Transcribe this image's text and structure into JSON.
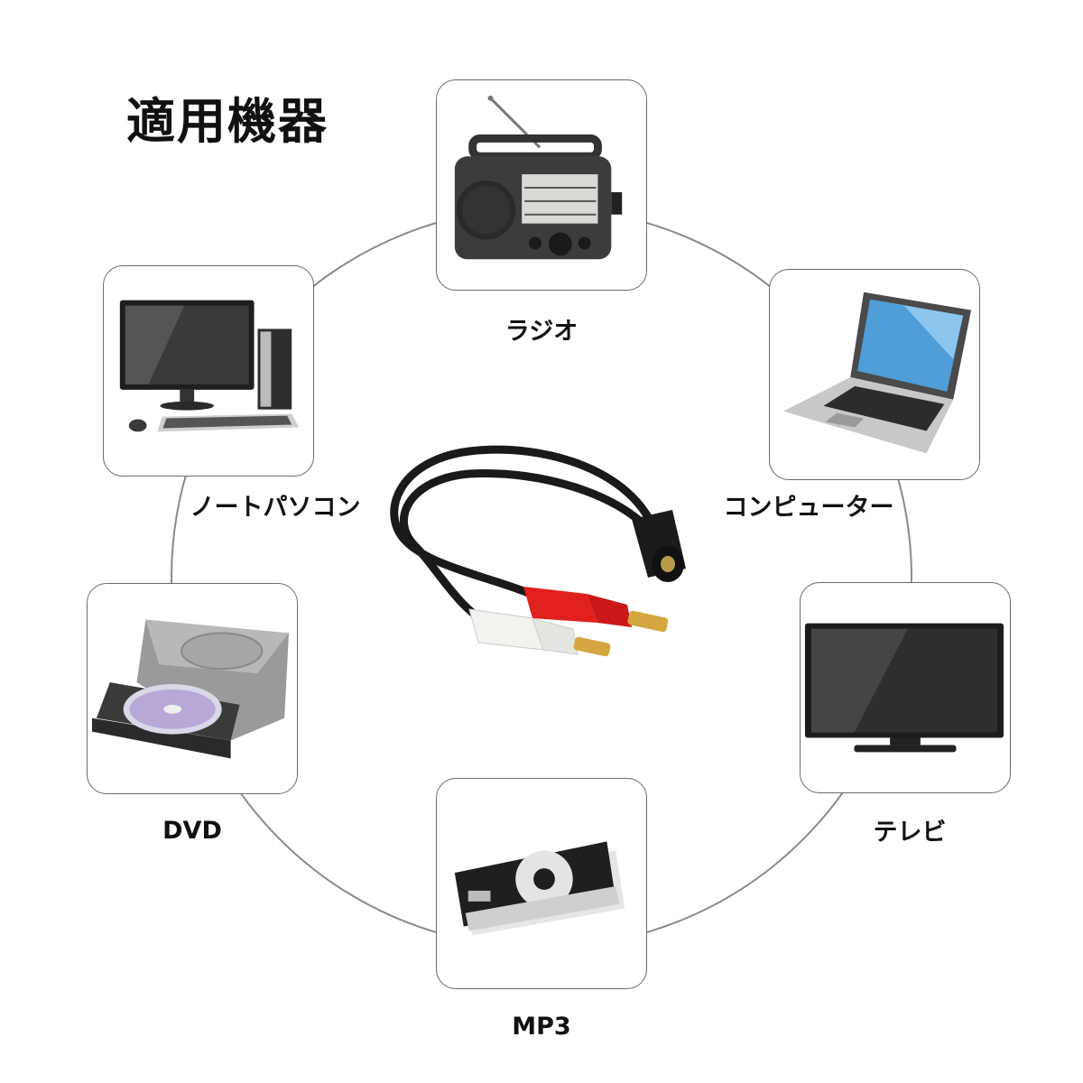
{
  "title": "適用機器",
  "devices": [
    {
      "label": "ラジオ",
      "icon": "radio-icon"
    },
    {
      "label": "コンピューター",
      "icon": "laptop-icon"
    },
    {
      "label": "テレビ",
      "icon": "tv-icon"
    },
    {
      "label": "MP3",
      "icon": "mp3-player-icon"
    },
    {
      "label": "DVD",
      "icon": "dvd-drive-icon"
    },
    {
      "label": "ノートパソコン",
      "icon": "desktop-computer-icon"
    }
  ],
  "product": {
    "icon": "rca-cable-icon"
  },
  "colors": {
    "ring": "#8a8a8a",
    "card_border": "#6a6a6a",
    "rca_red": "#e01f1f",
    "rca_white": "#f2f2ee"
  }
}
